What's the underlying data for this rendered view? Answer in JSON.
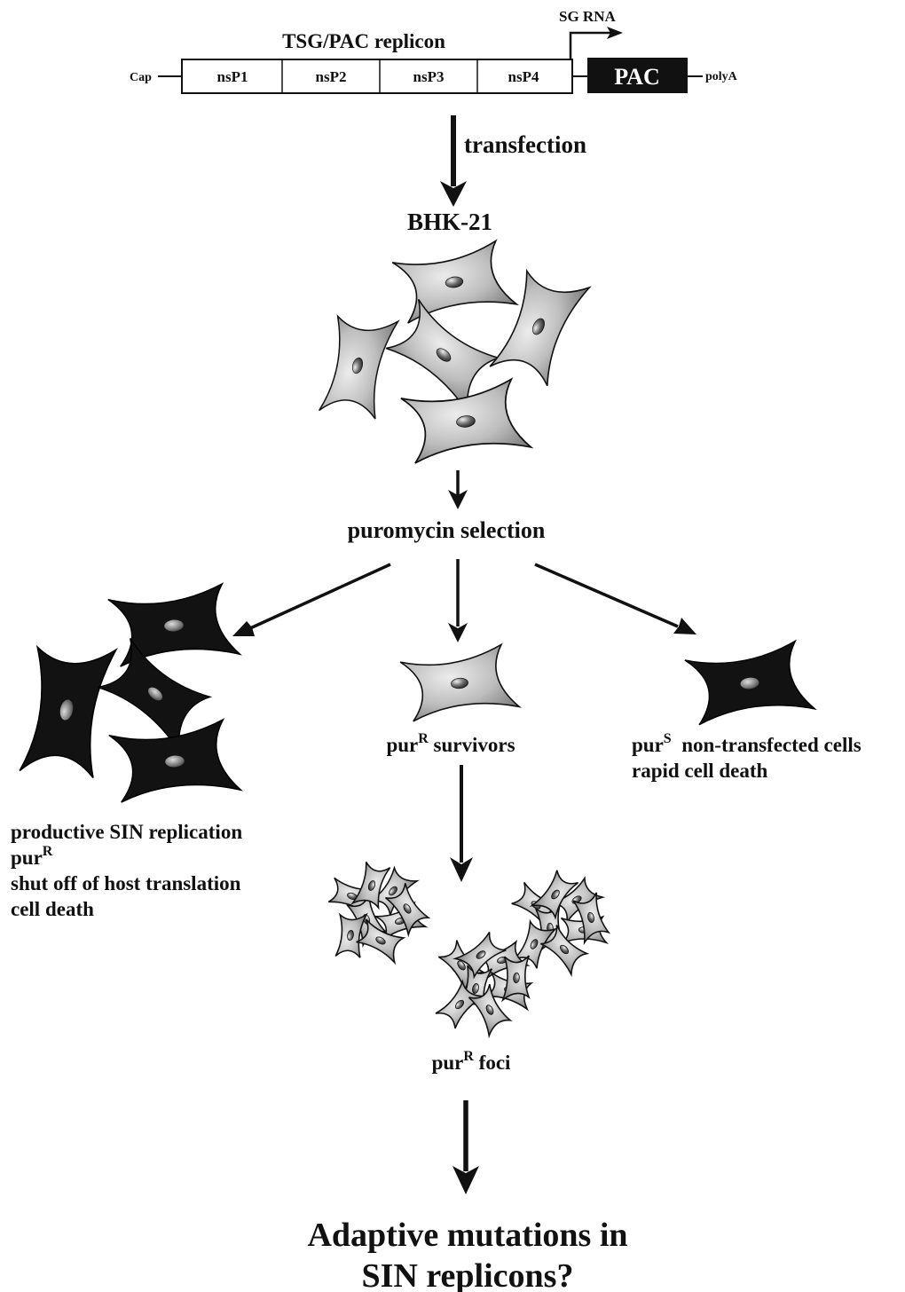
{
  "construct": {
    "title": "TSG/PAC replicon",
    "cap": "Cap",
    "segments": [
      "nsP1",
      "nsP2",
      "nsP3",
      "nsP4"
    ],
    "promoter": "SG RNA",
    "pac": "PAC",
    "polyA": "polyA"
  },
  "steps": {
    "transfection": "transfection",
    "cells": "BHK-21",
    "selection": "puromycin selection"
  },
  "outcomes": {
    "left": {
      "line1": "productive SIN replication",
      "line2_base": "pur",
      "line2_sup": "R",
      "line3": "shut off of host translation",
      "line4": "cell death"
    },
    "middle": {
      "base": "pur",
      "sup": "R",
      "rest": " survivors"
    },
    "right": {
      "base": "pur",
      "sup": "S",
      "rest": "  non-transfected cells",
      "line2": "rapid cell death"
    }
  },
  "foci": {
    "base": "pur",
    "sup": "R",
    "rest": " foci"
  },
  "question": {
    "line1": "Adaptive mutations in",
    "line2": "SIN replicons?"
  },
  "colors": {
    "cell_gray": "#b9b9b9",
    "cell_black": "#121212",
    "ink": "#111111",
    "background": "#ffffff"
  }
}
